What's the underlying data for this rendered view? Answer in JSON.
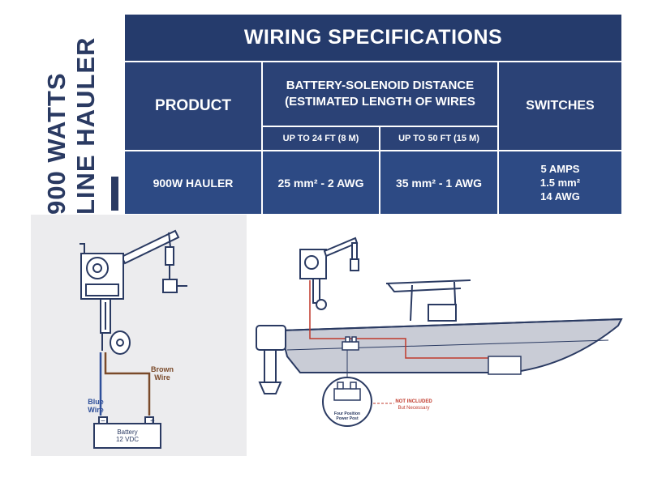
{
  "side_title": {
    "line1": "900 WATTS",
    "line2": "LINE HAULER"
  },
  "table": {
    "title": "WIRING SPECIFICATIONS",
    "product_header": "PRODUCT",
    "distance_header_line1": "BATTERY-SOLENOID DISTANCE",
    "distance_header_line2": "(ESTIMATED LENGTH OF WIRES",
    "col_24": "UP TO 24 FT (8 M)",
    "col_50": "UP TO 50 FT (15 M)",
    "switches_header": "SWITCHES",
    "row": {
      "product": "900W HAULER",
      "val_24": "25 mm² - 2 AWG",
      "val_50": "35 mm² - 1 AWG",
      "switch_line1": "5 AMPS",
      "switch_line2": "1.5 mm²",
      "switch_line3": "14 AWG"
    }
  },
  "left_diagram": {
    "brown_line1": "Brown",
    "brown_line2": "Wire",
    "blue_line1": "Blue",
    "blue_line2": "Wire",
    "battery_line1": "Battery",
    "battery_line2": "12 VDC",
    "colors": {
      "brown_wire": "#7a4a2a",
      "blue_wire": "#2e4f9a",
      "panel_bg": "#ececee"
    }
  },
  "boat_diagram": {
    "power_post_line1": "Four Position",
    "power_post_line2": "Power Post",
    "not_included": "NOT INCLUDED",
    "but_necessary": "But Necessary",
    "colors": {
      "hull": "#c9ccd6",
      "wire_red": "#c0392b",
      "label_red": "#c0392b",
      "outline": "#2a3a62"
    }
  },
  "colors": {
    "header": "#253b6c",
    "subheader": "#2b4276",
    "datarow": "#2d4a84",
    "side_text": "#2a3a62"
  }
}
